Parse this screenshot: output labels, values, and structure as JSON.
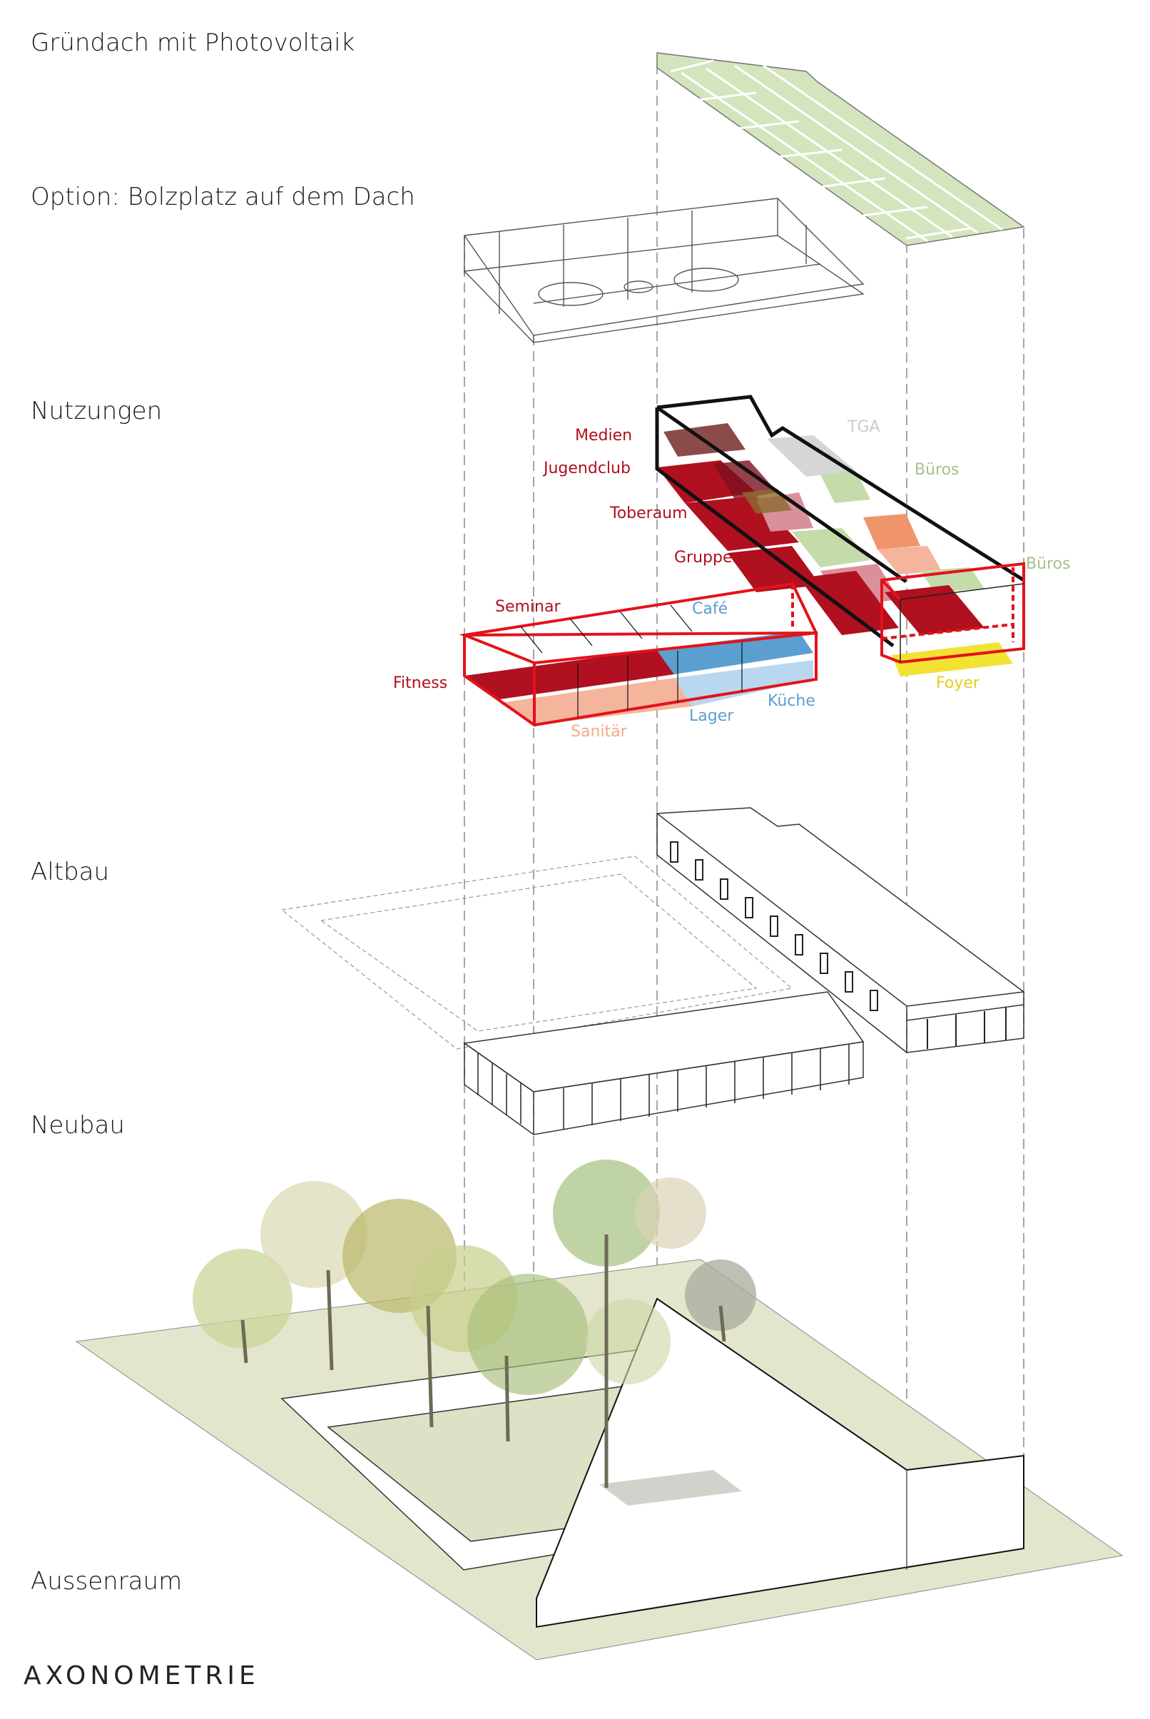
{
  "layers": {
    "green_roof": "Gründach mit Photovoltaik",
    "football": "Option: Bolzplatz auf dem Dach",
    "uses": "Nutzungen",
    "old_building": "Altbau",
    "new_building": "Neubau",
    "outdoor": "Aussenraum"
  },
  "title": "AXONOMETRIE",
  "uses": {
    "medien": "Medien",
    "jugendclub": "Jugendclub",
    "toberaum": "Toberaum",
    "gruppen": "Gruppen",
    "tga": "TGA",
    "bueros_1": "Büros",
    "bueros_2": "Büros",
    "seminar": "Seminar",
    "cafe": "Café",
    "fitness": "Fitness",
    "sanitaer": "Sanitär",
    "lager": "Lager",
    "kueche": "Küche",
    "foyer": "Foyer"
  },
  "colors": {
    "red": "#b0101f",
    "brown": "#8c4b4b",
    "green": "#c4dca9",
    "blue": "#5b9fd0",
    "light_blue": "#b9d7ee",
    "salmon": "#f5b59c",
    "orange": "#f0956b",
    "yellow": "#f2e233",
    "grey": "#d6d6d6",
    "ground": "#e3e6cc"
  }
}
